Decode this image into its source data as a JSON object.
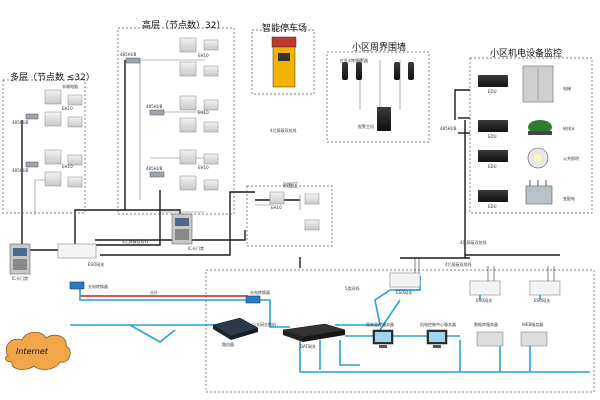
{
  "zones": {
    "multi_floor": "多层（节点数 ≤32）",
    "high_floor": "高层（节点数）32）",
    "parking": "智能停车场",
    "perimeter": "小区周界围墙",
    "equipment_monitor": "小区机电设备监控",
    "villa": "别墅区"
  },
  "devices": {
    "ehd": "EH10",
    "edu": "EDU",
    "eso_gateway": "ESO网关",
    "hub": "485HUB",
    "door_station": "IC卡门禁",
    "optical_transceiver": "光电转换器",
    "router": "路由器",
    "switch": "以太网交换机",
    "internet": "Internet",
    "infrared_label": "红外对射报警器",
    "alarm_host": "报警主机",
    "top_label_1": "未端电脑",
    "elevator": "电梯",
    "water_pump": "给排水",
    "public_lighting": "公共照明",
    "power_distribution": "变配电",
    "dat_gateway": "DAT网关",
    "pc_1": "保安监控服务器",
    "pc_2": "机电控制中心服务器",
    "server_1": "数据库服务器",
    "server_2": "WEB服务器"
  },
  "lines": {
    "twisted_pair": "4芯屏蔽双绞线",
    "fiber": "光纤",
    "cat5": "5类网线",
    "twisted_pair_2": "4芯屏蔽双绞线",
    "twisted_pair_3": "4芯屏蔽双绞线",
    "twisted_pair_4": "4芯屏蔽双绞线"
  }
}
